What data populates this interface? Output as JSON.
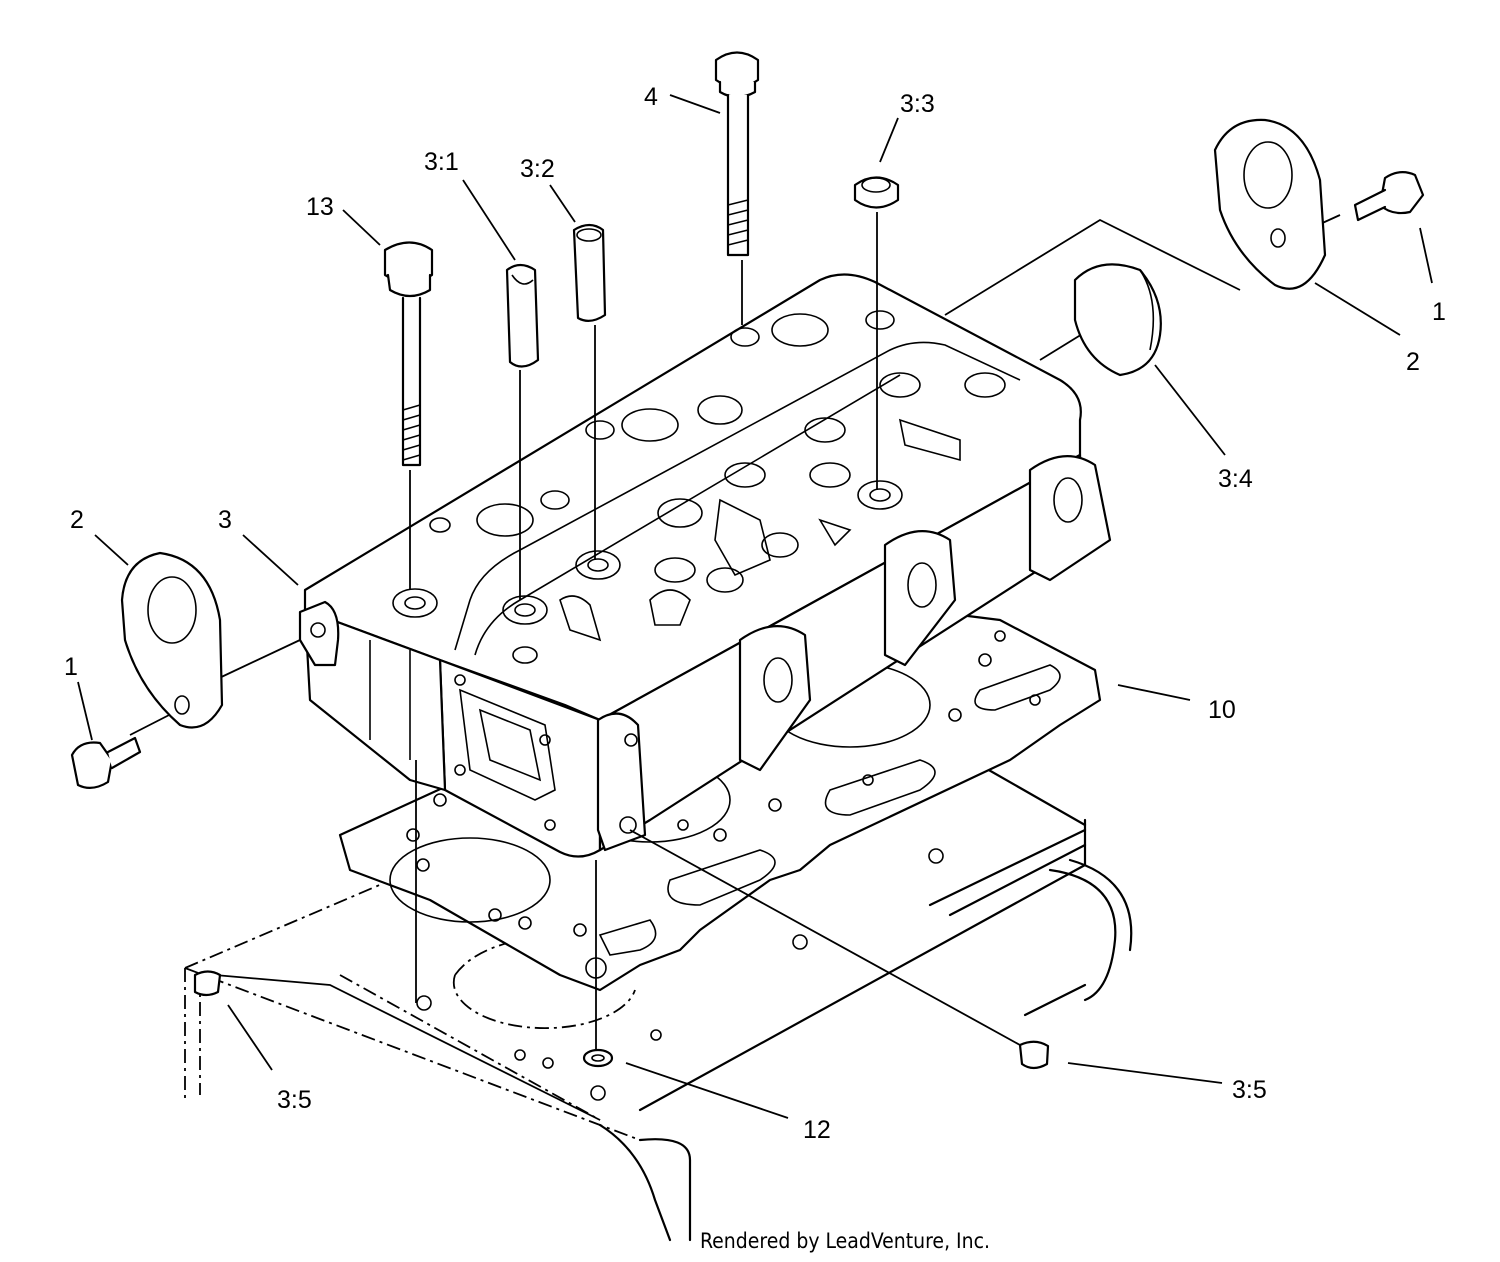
{
  "callouts": [
    {
      "id": "c1-left",
      "text": "1"
    },
    {
      "id": "c2-left",
      "text": "2"
    },
    {
      "id": "c3",
      "text": "3"
    },
    {
      "id": "c13",
      "text": "13"
    },
    {
      "id": "c3-1",
      "text": "3:1"
    },
    {
      "id": "c3-2",
      "text": "3:2"
    },
    {
      "id": "c4",
      "text": "4"
    },
    {
      "id": "c3-3",
      "text": "3:3"
    },
    {
      "id": "c1-right",
      "text": "1"
    },
    {
      "id": "c2-right",
      "text": "2"
    },
    {
      "id": "c3-4",
      "text": "3:4"
    },
    {
      "id": "c10",
      "text": "10"
    },
    {
      "id": "c3-5-left",
      "text": "3:5"
    },
    {
      "id": "c3-5-right",
      "text": "3:5"
    },
    {
      "id": "c12",
      "text": "12"
    }
  ],
  "credit": "Rendered by LeadVenture, Inc."
}
